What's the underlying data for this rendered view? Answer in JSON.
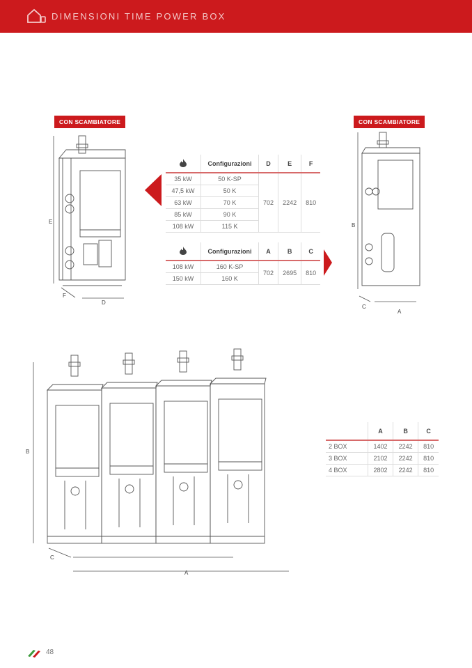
{
  "header": {
    "title": "DIMENSIONI TIME POWER BOX",
    "icon": "home-icon"
  },
  "tags": {
    "left": "CON SCAMBIATORE",
    "right": "CON SCAMBIATORE"
  },
  "table1": {
    "icon": "flame-icon",
    "headers": [
      "Configurazioni",
      "D",
      "E",
      "F"
    ],
    "rows": [
      [
        "35 kW",
        "50 K-SP"
      ],
      [
        "47,5 kW",
        "50 K"
      ],
      [
        "63 kW",
        "70 K"
      ],
      [
        "85 kW",
        "90 K"
      ],
      [
        "108 kW",
        "115 K"
      ]
    ],
    "merged": [
      "702",
      "2242",
      "810"
    ]
  },
  "table2": {
    "icon": "flame-icon",
    "headers": [
      "Configurazioni",
      "A",
      "B",
      "C"
    ],
    "rows": [
      [
        "108 kW",
        "160 K-SP"
      ],
      [
        "150 kW",
        "160 K"
      ]
    ],
    "merged": [
      "702",
      "2695",
      "810"
    ]
  },
  "table3": {
    "headers": [
      "",
      "A",
      "B",
      "C"
    ],
    "rows": [
      [
        "2 BOX",
        "1402",
        "2242",
        "810"
      ],
      [
        "3 BOX",
        "2102",
        "2242",
        "810"
      ],
      [
        "4 BOX",
        "2802",
        "2242",
        "810"
      ]
    ]
  },
  "diagram_left": {
    "labels": {
      "e": "E",
      "f": "F",
      "d": "D"
    }
  },
  "diagram_right": {
    "labels": {
      "b": "B",
      "c": "C",
      "a": "A"
    }
  },
  "diagram_bottom": {
    "labels": {
      "b": "B",
      "c": "C",
      "a": "A"
    }
  },
  "footer": {
    "page": "48"
  },
  "colors": {
    "brand_red": "#cc1a1d"
  }
}
